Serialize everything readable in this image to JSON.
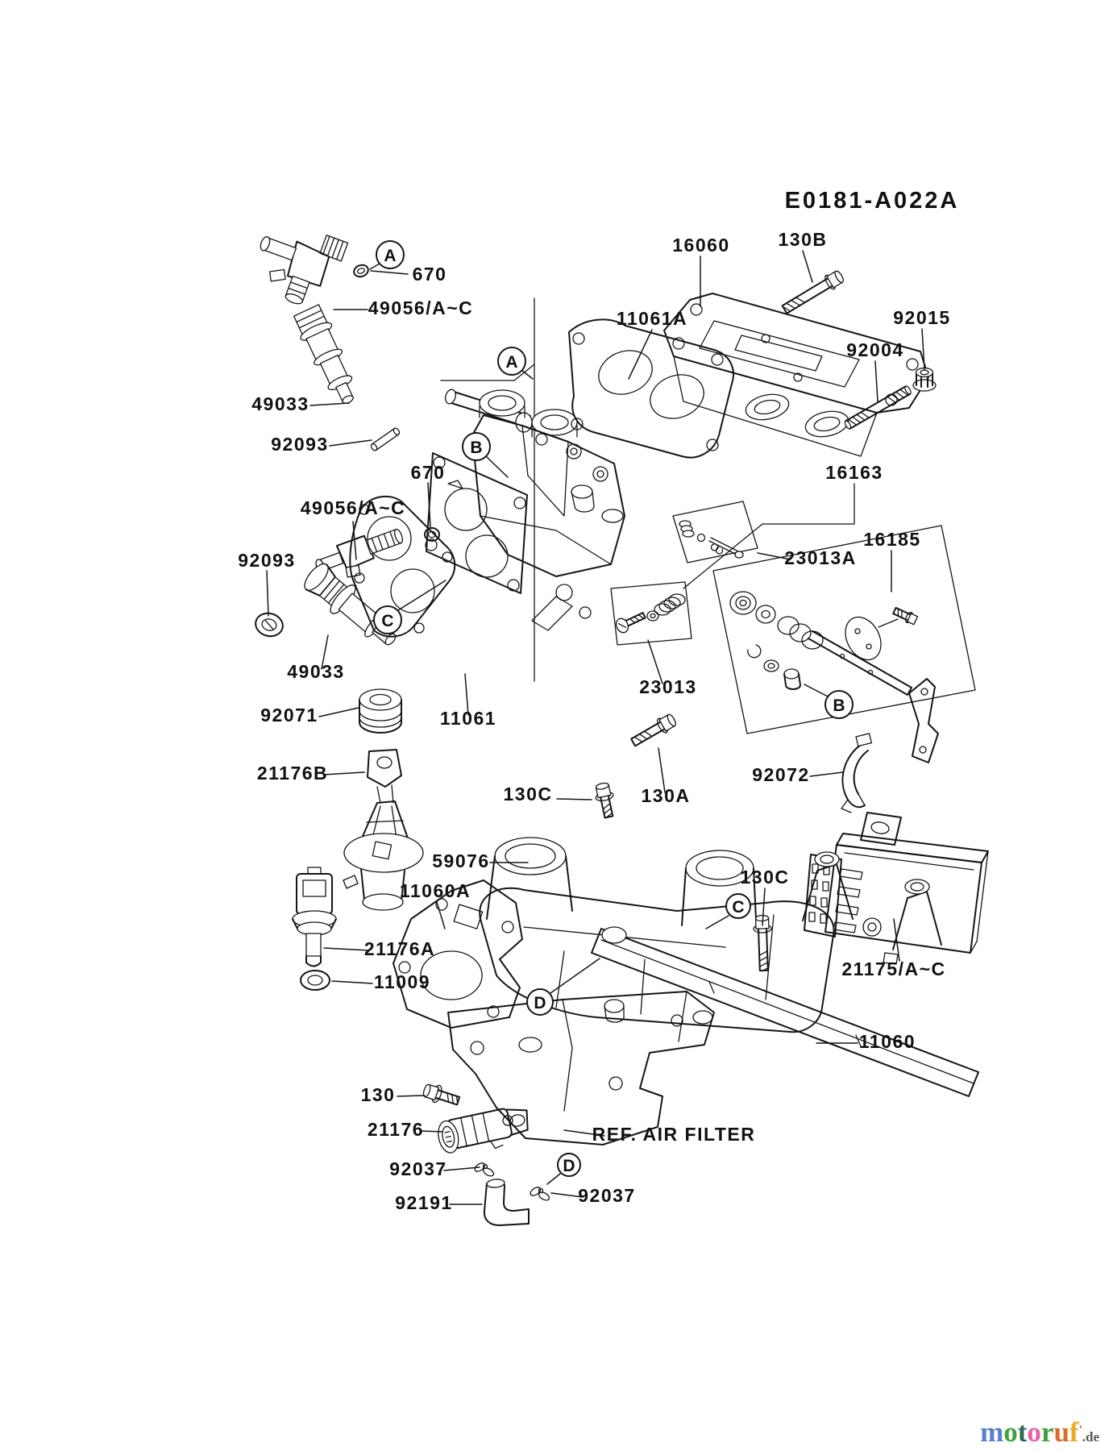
{
  "title": "E0181-A022A",
  "labels": {
    "l670a": "670",
    "l49056a": "49056/A~C",
    "l49033a": "49033",
    "l92093a": "92093",
    "l670b": "670",
    "l49056b": "49056/A~C",
    "l92093b": "92093",
    "l49033b": "49033",
    "l92071": "92071",
    "l11061": "11061",
    "l11061a": "11061A",
    "l16060": "16060",
    "l130b": "130B",
    "l92015": "92015",
    "l92004": "92004",
    "l16163": "16163",
    "l16185": "16185",
    "l23013a": "23013A",
    "l23013": "23013",
    "l21176b": "21176B",
    "l130c1": "130C",
    "l130a": "130A",
    "l92072": "92072",
    "l59076": "59076",
    "l11060a": "11060A",
    "l130c2": "130C",
    "l21175": "21175/A~C",
    "l21176a": "21176A",
    "l11009": "11009",
    "l11060": "11060",
    "l130": "130",
    "l21176": "21176",
    "lref": "REF. AIR FILTER",
    "l92037a": "92037",
    "l92037b": "92037",
    "l92191": "92191"
  },
  "callouts": {
    "a": "A",
    "b": "B",
    "c": "C",
    "d": "D"
  },
  "diagram_colors": {
    "line": "#151515",
    "background": "#ffffff"
  },
  "watermark": {
    "brand_letters": [
      {
        "ch": "m",
        "color": "#5b7fce"
      },
      {
        "ch": "o",
        "color": "#3fa23c"
      },
      {
        "ch": "t",
        "color": "#2a6b57"
      },
      {
        "ch": "o",
        "color": "#e85fae"
      },
      {
        "ch": "r",
        "color": "#3fa23c"
      },
      {
        "ch": "u",
        "color": "#dd6a2b"
      },
      {
        "ch": "f",
        "color": "#edab22"
      }
    ],
    "mark": "'",
    "suffix": ".de"
  }
}
